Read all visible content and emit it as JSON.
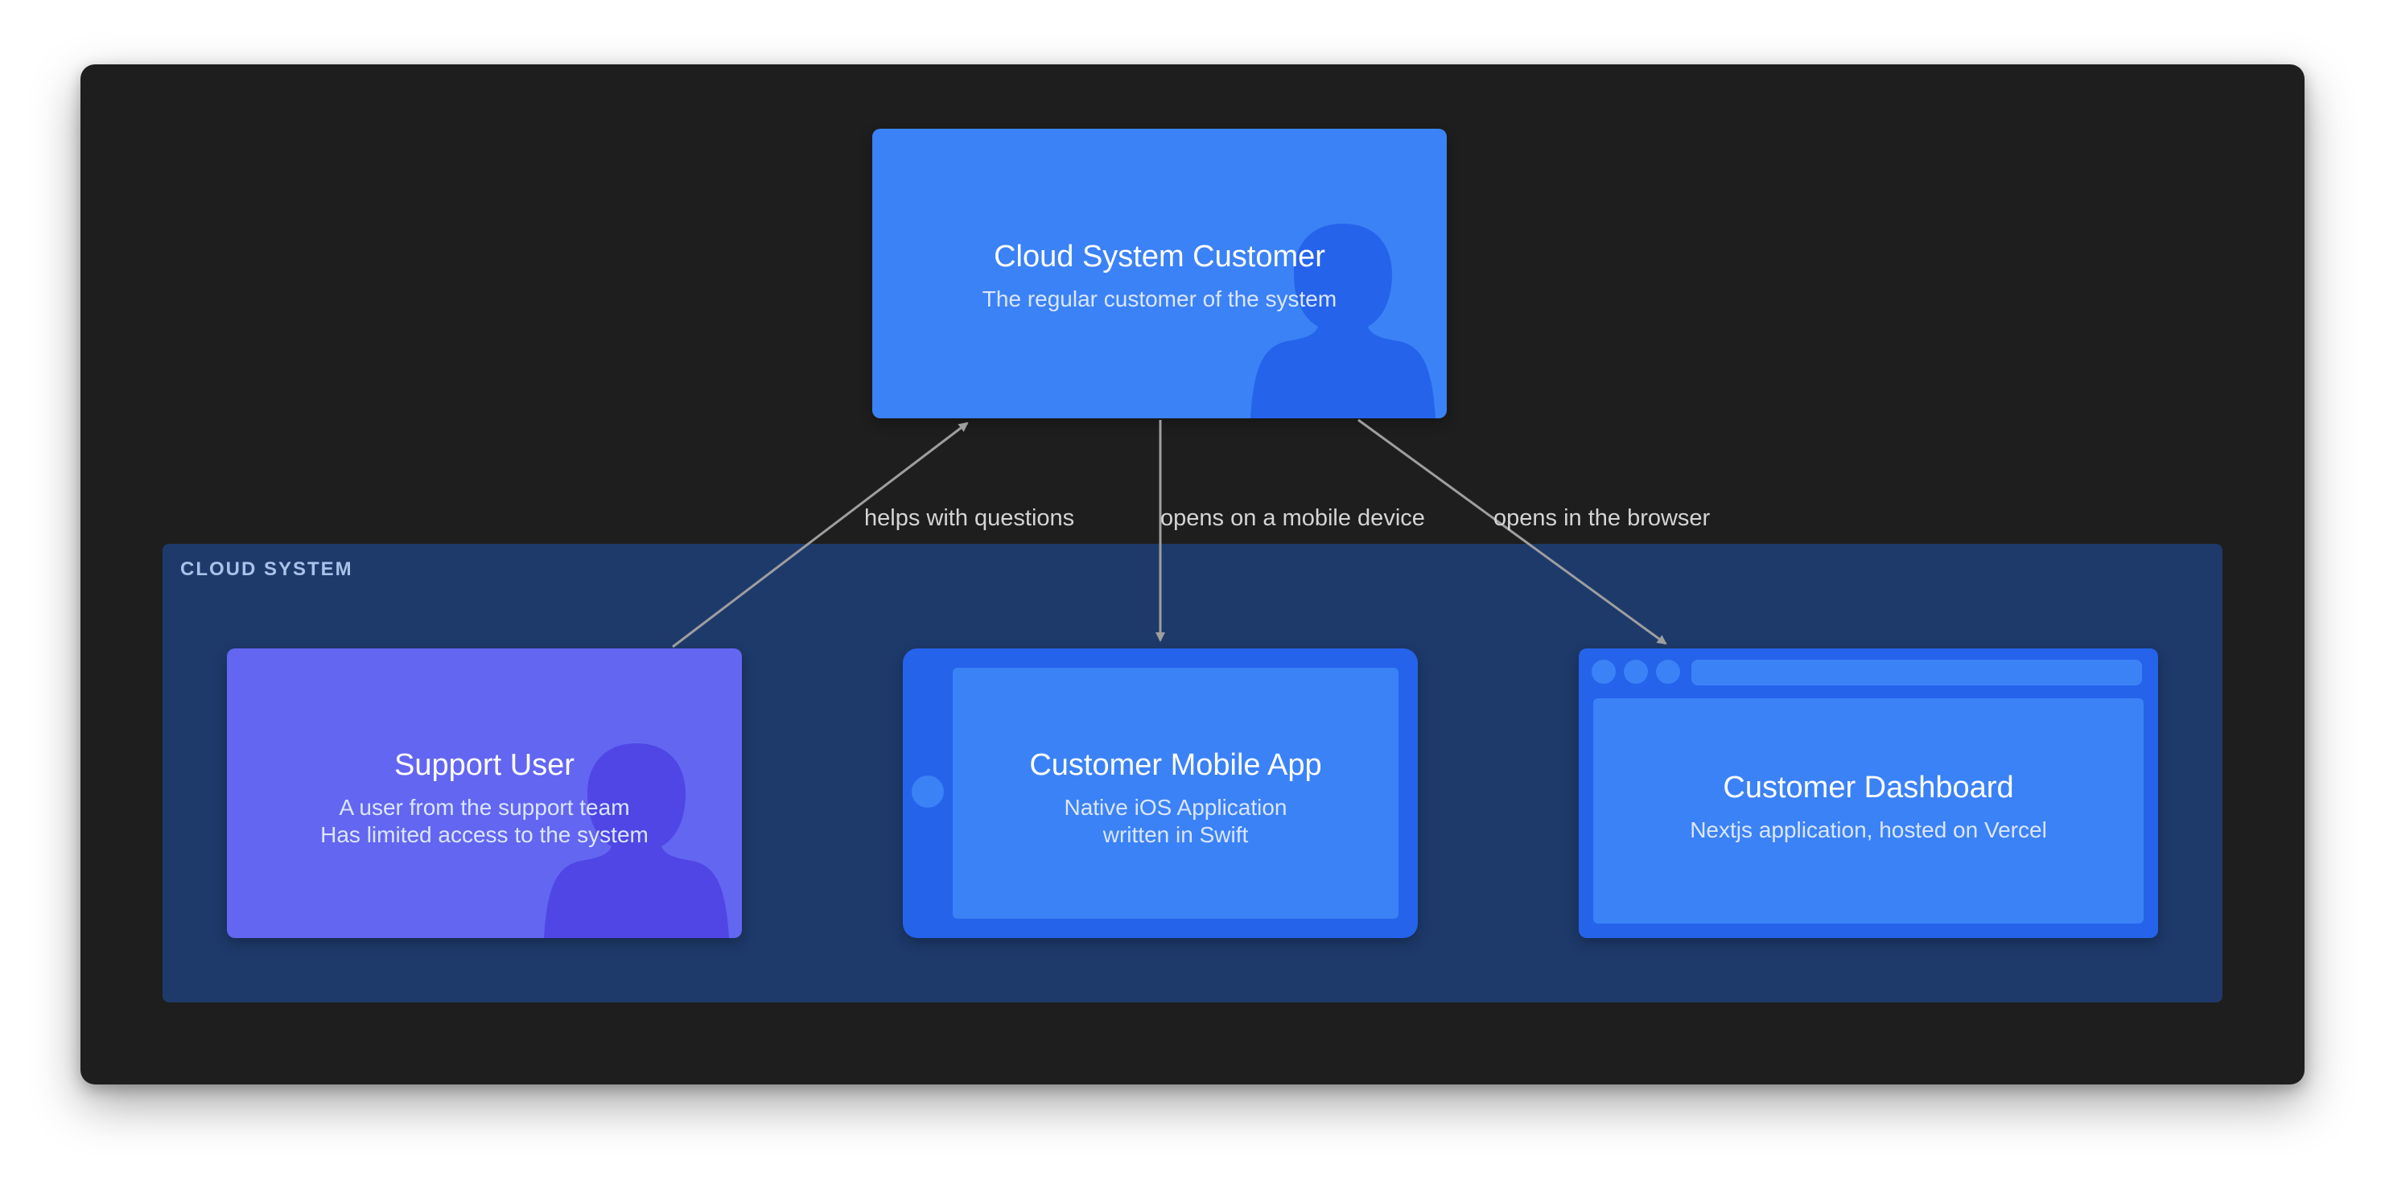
{
  "boundary": {
    "label": "CLOUD SYSTEM"
  },
  "nodes": {
    "customer": {
      "title": "Cloud System Customer",
      "description": "The regular customer of the system"
    },
    "support_user": {
      "title": "Support User",
      "description_lines": [
        "A user from the support team",
        "Has limited access to the system"
      ]
    },
    "mobile_app": {
      "title": "Customer Mobile App",
      "description_lines": [
        "Native iOS Application",
        "written in Swift"
      ]
    },
    "dashboard": {
      "title": "Customer Dashboard",
      "description": "Nextjs application, hosted on Vercel"
    }
  },
  "edges": [
    {
      "from": "support_user",
      "to": "customer",
      "label": "helps with questions"
    },
    {
      "from": "customer",
      "to": "mobile_app",
      "label": "opens on a mobile device"
    },
    {
      "from": "customer",
      "to": "dashboard",
      "label": "opens in the browser"
    }
  ],
  "colors": {
    "canvas": "#1e1e1e",
    "boundary": "#1e3a6b",
    "person": "#3b82f6",
    "support": "#6366f1",
    "container": "#2563eb",
    "edge": "#9e9e9e"
  }
}
